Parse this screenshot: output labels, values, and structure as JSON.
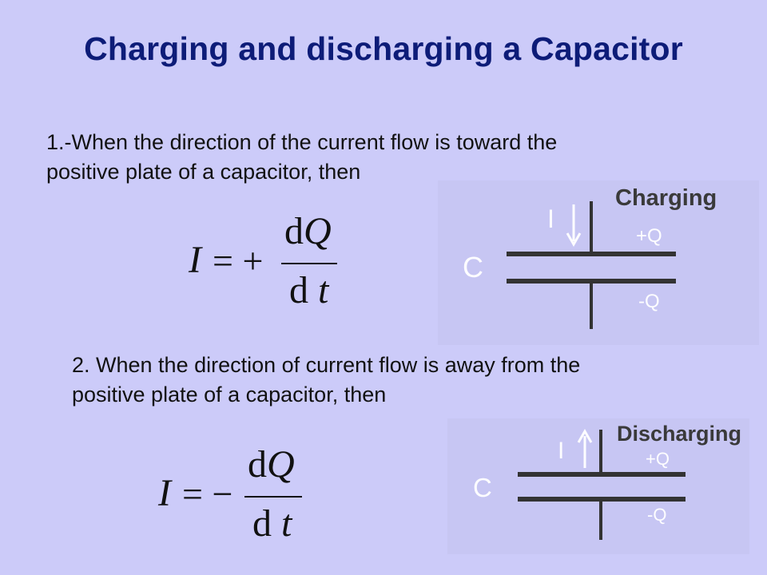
{
  "slide": {
    "title": "Charging and discharging a Capacitor",
    "point1": {
      "line1": "1.-When the direction of the current flow is toward the",
      "line2": "positive plate of a capacitor, then"
    },
    "point2": {
      "line1": "2. When the direction of current flow is away from the",
      "line2": "positive plate of a capacitor, then"
    }
  },
  "equations": {
    "charging": {
      "lhs": "I",
      "op": "= +",
      "num_d": "d",
      "num_var": "Q",
      "den_d": "d",
      "den_var": "t"
    },
    "discharging": {
      "lhs": "I",
      "op": "= −",
      "num_d": "d",
      "num_var": "Q",
      "den_d": "d",
      "den_var": "t"
    }
  },
  "diagrams": {
    "charging": {
      "heading": "Charging",
      "capacitor_label": "C",
      "current_label": "I",
      "plus_charge": "+Q",
      "minus_charge": "-Q",
      "arrow_direction": "down"
    },
    "discharging": {
      "heading": "Discharging",
      "capacitor_label": "C",
      "current_label": "I",
      "plus_charge": "+Q",
      "minus_charge": "-Q",
      "arrow_direction": "up"
    }
  },
  "colors": {
    "background": "#cccbf9",
    "title": "#0d1c78",
    "diagram_panel": "#c7c6f3",
    "diagram_line": "#333333",
    "diagram_symbol": "#fdfdff"
  }
}
